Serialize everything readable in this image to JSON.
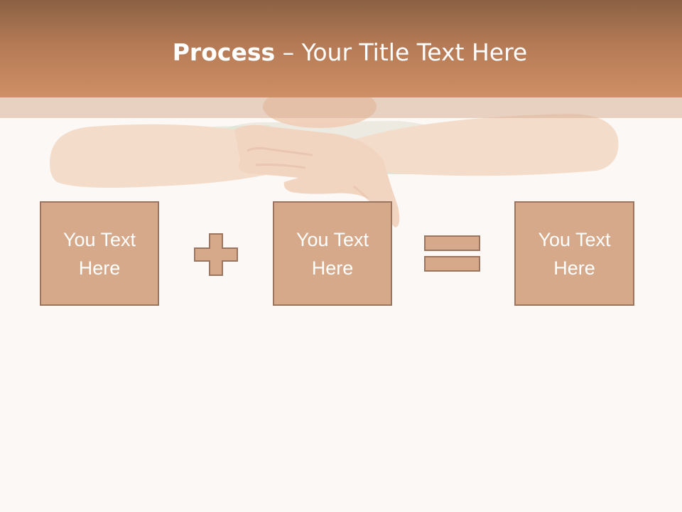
{
  "title": {
    "bold": "Process",
    "rest": " – Your Title Text Here"
  },
  "boxes": [
    {
      "text": "You Text Here"
    },
    {
      "text": "You Text Here"
    },
    {
      "text": "You Text Here"
    }
  ],
  "operators": [
    "plus-icon",
    "equals-icon"
  ],
  "colors": {
    "title_bar": "#b47a55",
    "box_fill": "#d6a98a",
    "box_border": "#9c7560",
    "background": "#fcf8f5"
  }
}
